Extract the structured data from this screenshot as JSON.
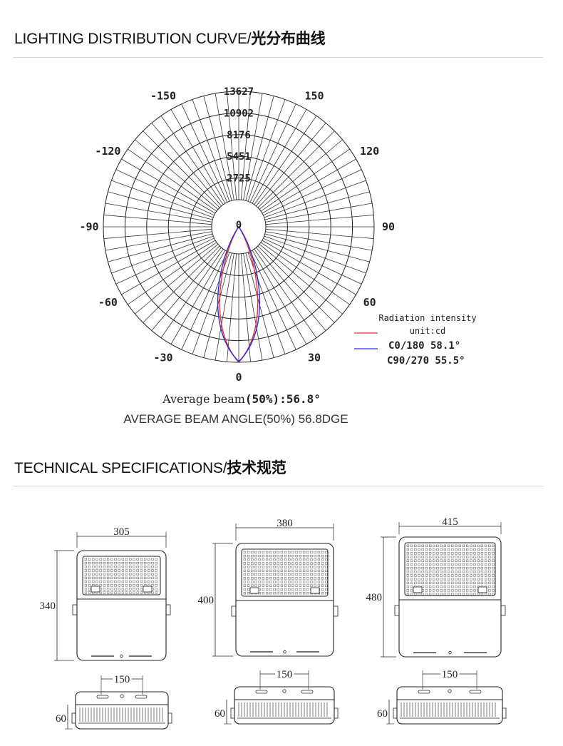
{
  "section1": {
    "title_en": "LIGHTING DISTRIBUTION CURVE/",
    "title_cn": "光分布曲线"
  },
  "polar": {
    "ring_labels": [
      "2725",
      "5451",
      "8176",
      "10902",
      "13627"
    ],
    "center_label": "0",
    "angle_labels": [
      {
        "text": "-150",
        "angle": -150
      },
      {
        "text": "150",
        "angle": 150
      },
      {
        "text": "-120",
        "angle": -120
      },
      {
        "text": "120",
        "angle": 120
      },
      {
        "text": "-90",
        "angle": -90
      },
      {
        "text": "90",
        "angle": 90
      },
      {
        "text": "-60",
        "angle": -60
      },
      {
        "text": "60",
        "angle": 60
      },
      {
        "text": "-30",
        "angle": -30
      },
      {
        "text": "30",
        "angle": 30
      },
      {
        "text": "0",
        "angle": 0
      }
    ],
    "legend": {
      "title": "Radiation intensity",
      "unit": "unit:cd",
      "series": [
        {
          "name": "C0/180 58.1°",
          "color": "#e8302a"
        },
        {
          "name": "C90/270 55.5°",
          "color": "#2a2ae0"
        }
      ]
    }
  },
  "chart_data": {
    "type": "polar",
    "max": 13627,
    "rings": [
      2725,
      5451,
      8176,
      10902,
      13627
    ],
    "series": [
      {
        "name": "C0/180 58.1°",
        "color": "#e8302a",
        "beam": 58.1
      },
      {
        "name": "C90/270 55.5°",
        "color": "#2a2ae0",
        "beam": 55.5
      }
    ],
    "unit": "unit:cd"
  },
  "caption": {
    "mono_pre": "Average beam",
    "mono_bold": "(50%):56.8°",
    "sans": "AVERAGE BEAM ANGLE(50%) 56.8DGE"
  },
  "section2": {
    "title_en": "TECHNICAL SPECIFICATIONS/",
    "title_cn": "技术规范"
  },
  "models": [
    {
      "width": "305",
      "height": "340",
      "bracket": "150",
      "depth": "60"
    },
    {
      "width": "380",
      "height": "400",
      "bracket": "150",
      "depth": "60"
    },
    {
      "width": "415",
      "height": "480",
      "bracket": "150",
      "depth": "60"
    }
  ]
}
